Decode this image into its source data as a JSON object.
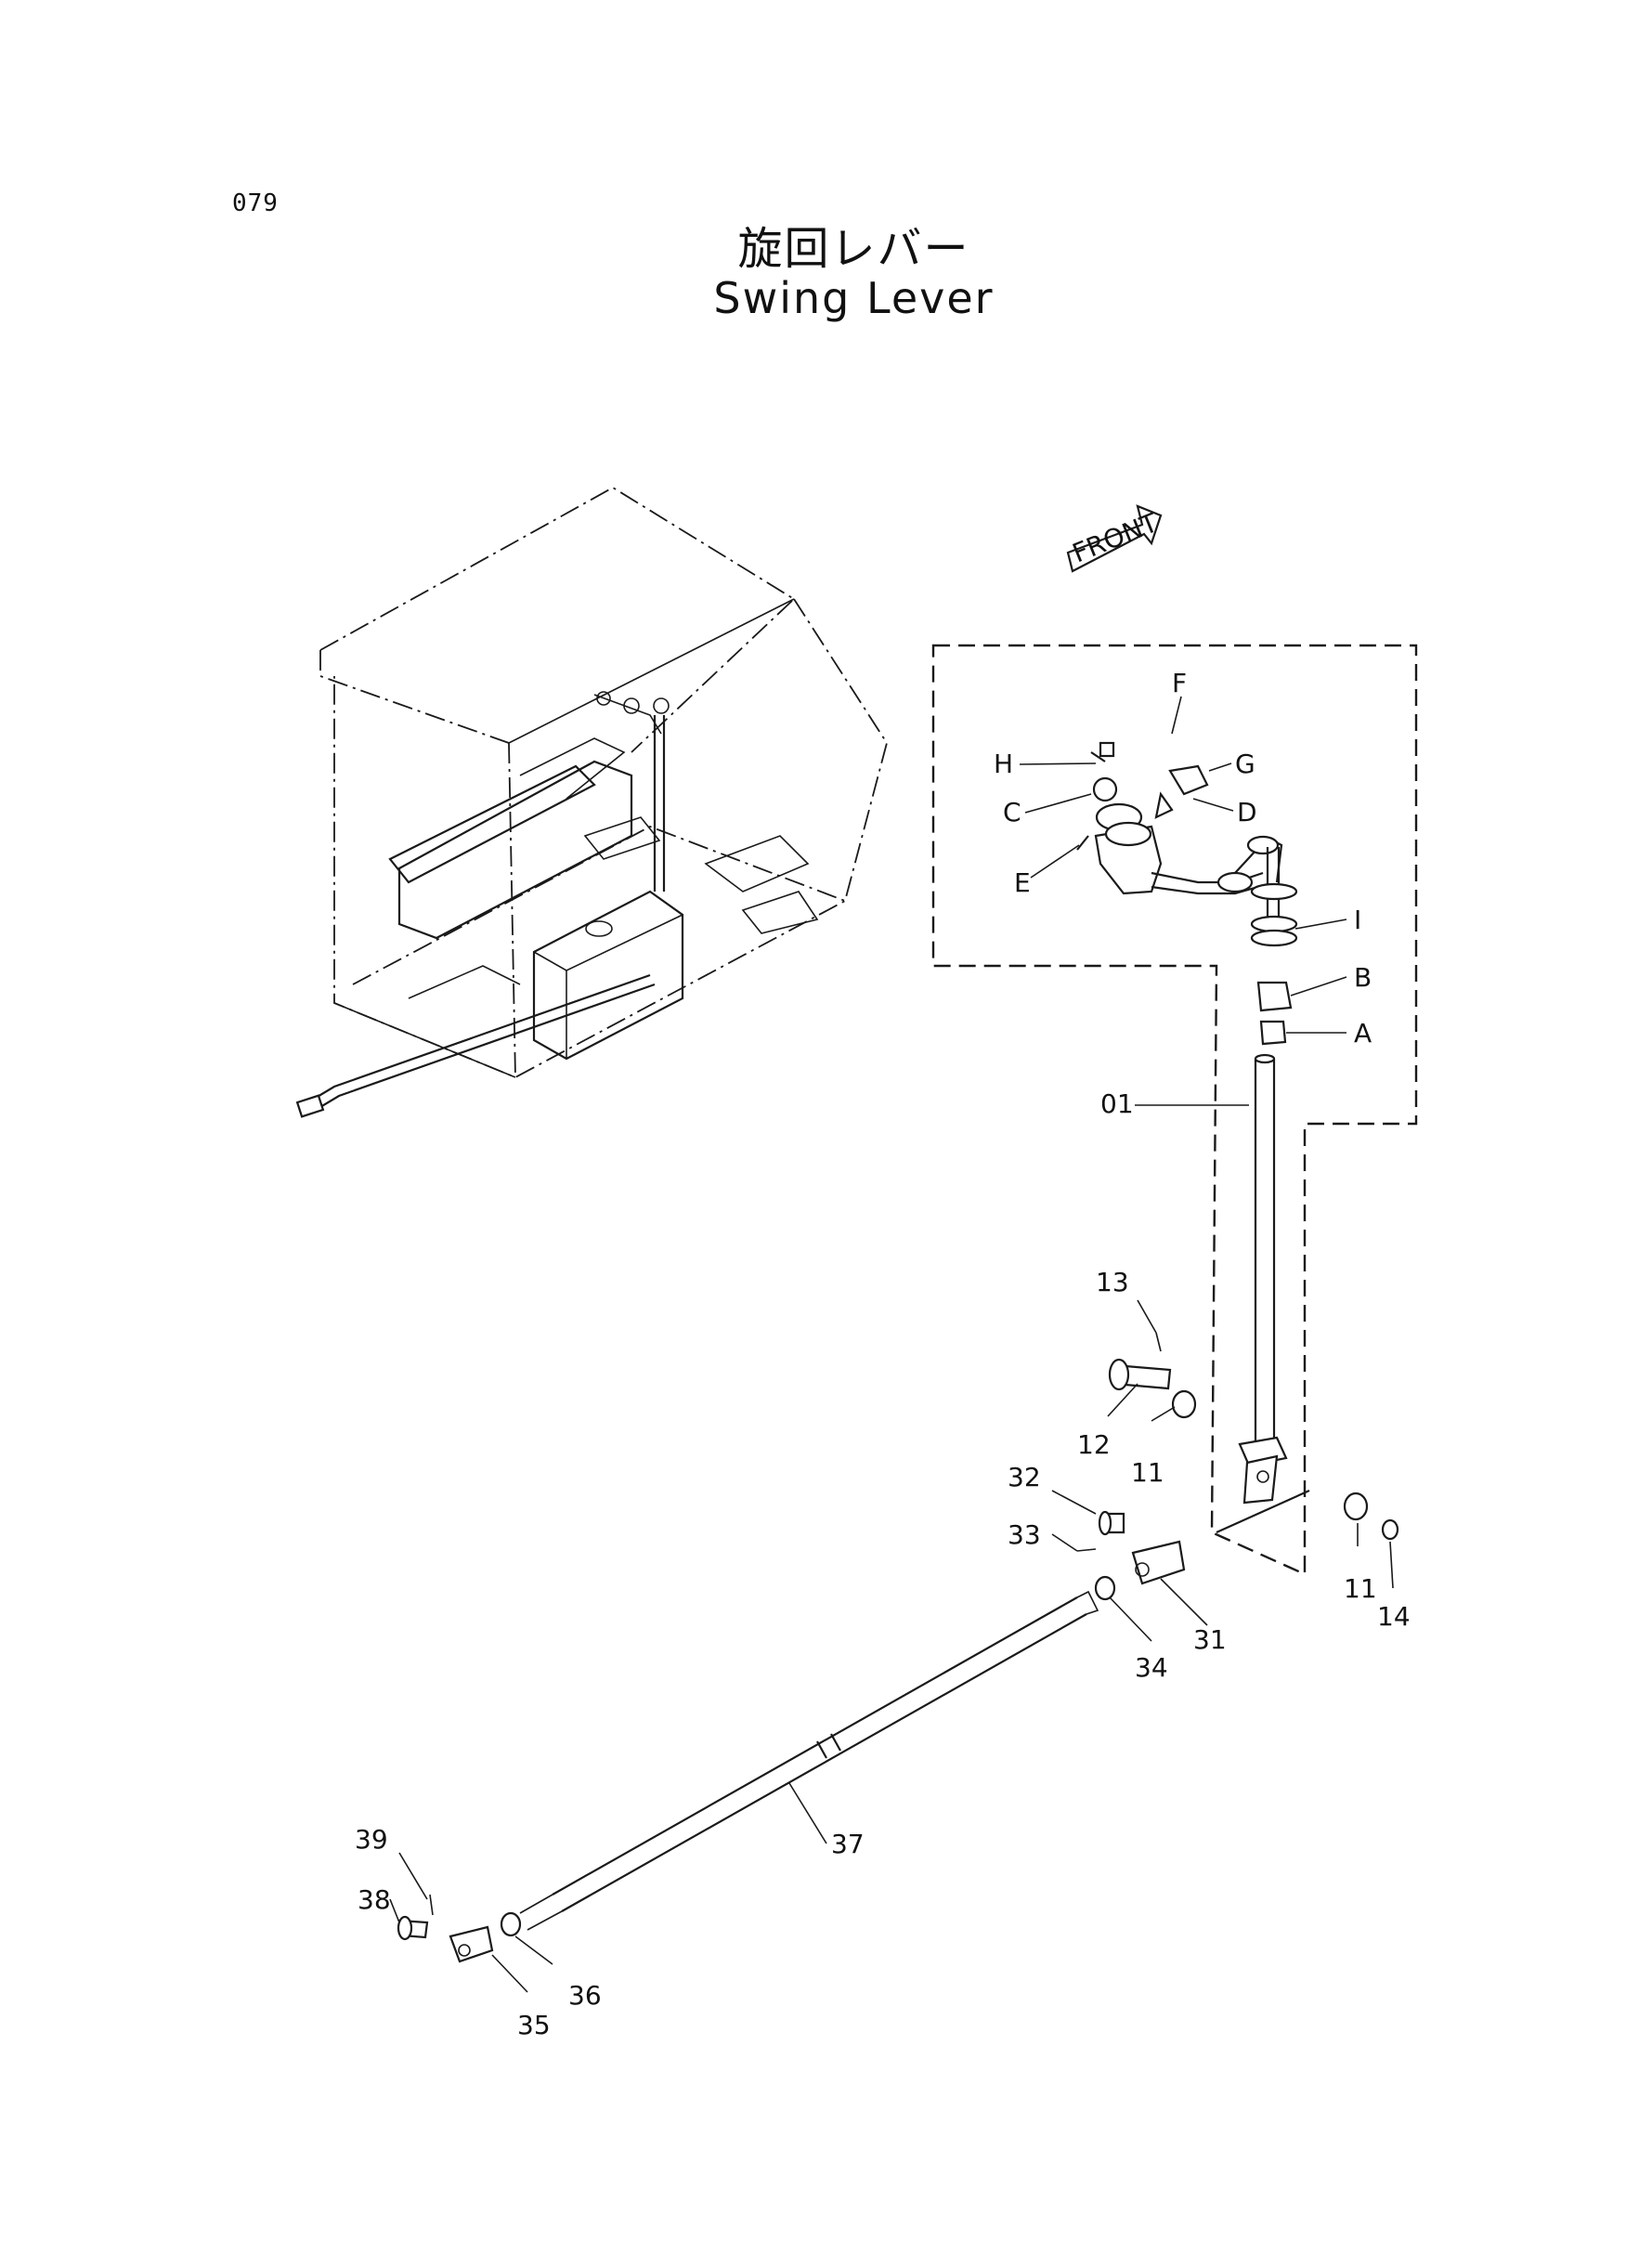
{
  "page": {
    "number": "079"
  },
  "title": {
    "japanese": "旋回レバー",
    "english": "Swing Lever"
  },
  "front_label": "FRONT",
  "callouts": {
    "F": "F",
    "H": "H",
    "G": "G",
    "C": "C",
    "D": "D",
    "E": "E",
    "I": "I",
    "B": "B",
    "A": "A",
    "p01": "01",
    "p13": "13",
    "p12": "12",
    "p11a": "11",
    "p11b": "11",
    "p32": "32",
    "p33": "33",
    "p14": "14",
    "p31": "31",
    "p34": "34",
    "p37": "37",
    "p39": "39",
    "p38": "38",
    "p36": "36",
    "p35": "35"
  }
}
